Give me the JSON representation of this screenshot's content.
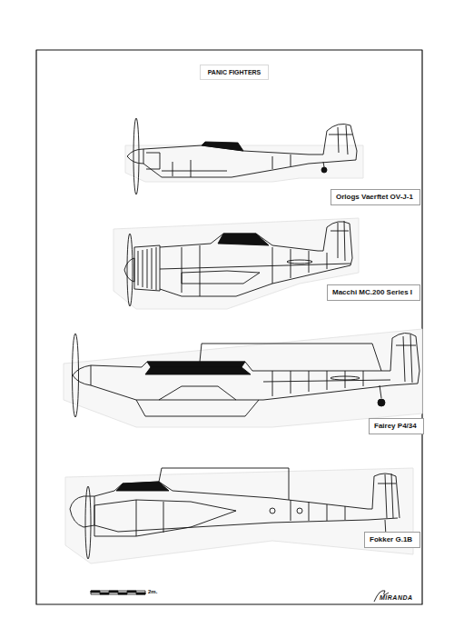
{
  "diagram": {
    "title": "PANIC FIGHTERS",
    "nodes": [
      {
        "text": [
          "Orlogs Vaerftet OV-J-1"
        ]
      },
      {
        "text": [
          "Macchi MC.200 Series I"
        ]
      },
      {
        "text": [
          "Fairey P4/34"
        ]
      },
      {
        "text": [
          "Fokker G.1B"
        ]
      }
    ],
    "labels": [
      "2m.",
      "MIRANDA"
    ]
  }
}
